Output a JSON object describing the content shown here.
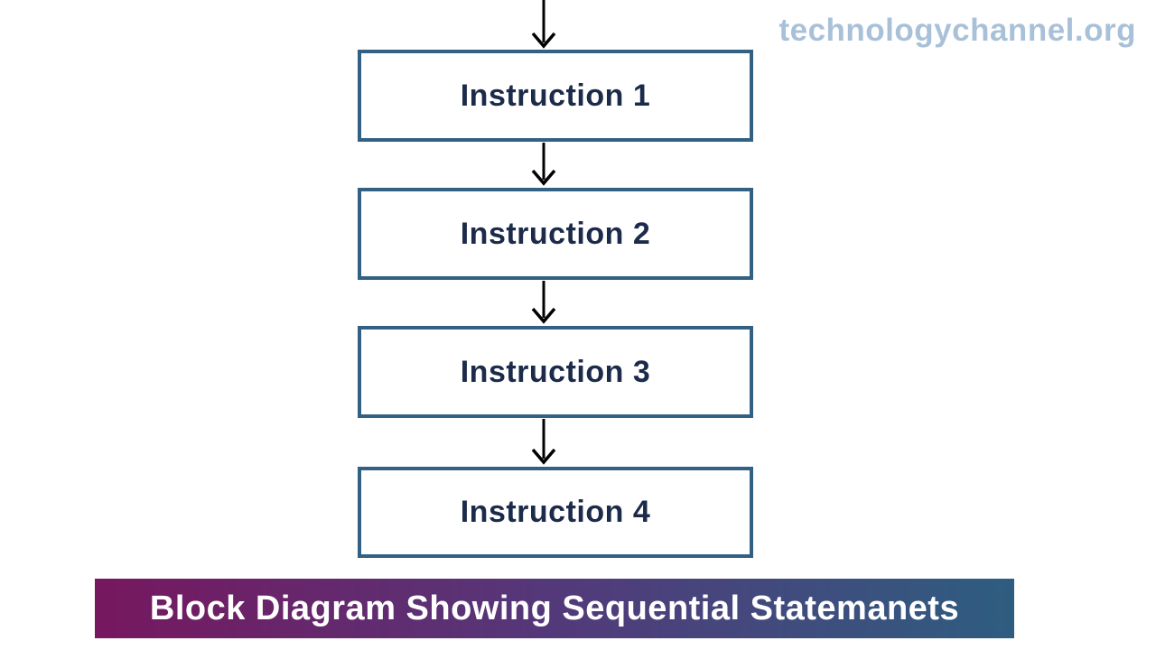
{
  "watermark": {
    "text": "technologychannel.org"
  },
  "diagram": {
    "type": "sequential-flow",
    "boxes": [
      {
        "label": "Instruction 1"
      },
      {
        "label": "Instruction 2"
      },
      {
        "label": "Instruction 3"
      },
      {
        "label": "Instruction 4"
      }
    ],
    "arrows": [
      "into-box-1",
      "box-1-to-2",
      "box-2-to-3",
      "box-3-to-4"
    ]
  },
  "caption": {
    "text": "Block Diagram Showing Sequential Statemanets"
  },
  "theme": {
    "background": "#ffffff",
    "box-border": "#336183",
    "box-text": "#1c2b4a",
    "arrow": "#000000",
    "caption-text": "#ffffff",
    "caption-grad-left": "#77175f",
    "caption-grad-mid": "#53397a",
    "caption-grad-right": "#2e5d80",
    "watermark": "#a9c1d8"
  }
}
